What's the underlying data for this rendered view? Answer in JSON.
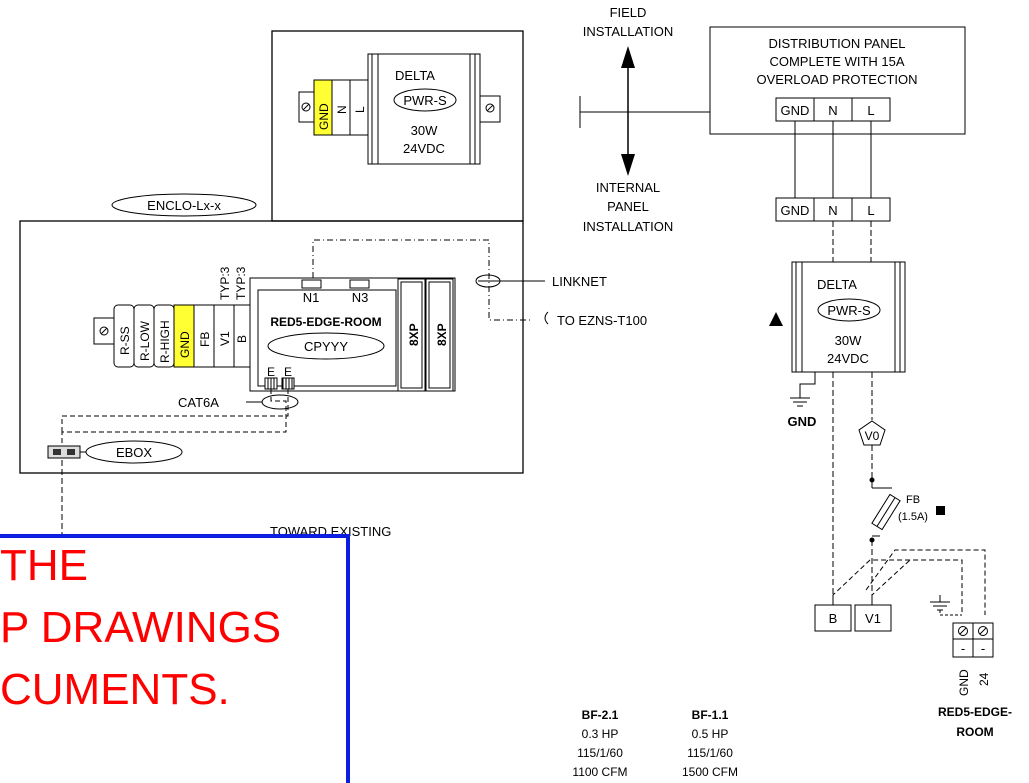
{
  "labels": {
    "field_installation": [
      "FIELD",
      "INSTALLATION"
    ],
    "internal_panel_installation": [
      "INTERNAL",
      "PANEL",
      "INSTALLATION"
    ],
    "distribution_panel": [
      "DISTRIBUTION PANEL",
      "COMPLETE WITH 15A",
      "OVERLOAD PROTECTION"
    ],
    "panel_terminals": [
      "GND",
      "N",
      "L"
    ],
    "internal_terminals": [
      "GND",
      "N",
      "L"
    ],
    "enclosure": "ENCLO-Lx-x",
    "linknet": "LINKNET",
    "to_ezns": "TO EZNS-T100",
    "cat6a": "CAT6A",
    "ebox": "EBOX",
    "toward_existing": "TOWARD EXISTING",
    "gnd_label": "GND",
    "v0": "V0",
    "fb": [
      "FB",
      "(1.5A)"
    ],
    "b_terminal": "B",
    "v1_terminal": "V1",
    "red5_bottom": [
      "RED5-EDGE-",
      "ROOM"
    ],
    "red5_pins": [
      "GND",
      "24"
    ],
    "red5_dash": "-"
  },
  "psu_top": {
    "brand": "DELTA",
    "model": "PWR-S",
    "watts": "30W",
    "volts": "24VDC",
    "pins": [
      "GND",
      "N",
      "L"
    ]
  },
  "psu_right": {
    "brand": "DELTA",
    "model": "PWR-S",
    "watts": "30W",
    "volts": "24VDC"
  },
  "controller": {
    "name": "RED5-EDGE-ROOM",
    "part": "CPYYY",
    "ports": [
      "N1",
      "N3"
    ],
    "eth": [
      "E",
      "E"
    ],
    "pins": [
      "R-SS",
      "R-LOW",
      "R-HIGH",
      "GND",
      "FB",
      "V1",
      "B"
    ],
    "typ": [
      "TYP:3",
      "TYP:3"
    ],
    "modules": [
      "8XP",
      "8XP"
    ]
  },
  "fans": [
    {
      "name": "BF-2.1",
      "hp": "0.3 HP",
      "power": "115/1/60",
      "cfm": "1100 CFM"
    },
    {
      "name": "BF-1.1",
      "hp": "0.5 HP",
      "power": "115/1/60",
      "cfm": "1500 CFM"
    }
  ],
  "stamp": [
    "THE",
    "P DRAWINGS",
    "CUMENTS."
  ],
  "colors": {
    "gnd_highlight": "#ffff33",
    "stamp_border": "#0a1fe0",
    "stamp_text": "#ff0000"
  }
}
